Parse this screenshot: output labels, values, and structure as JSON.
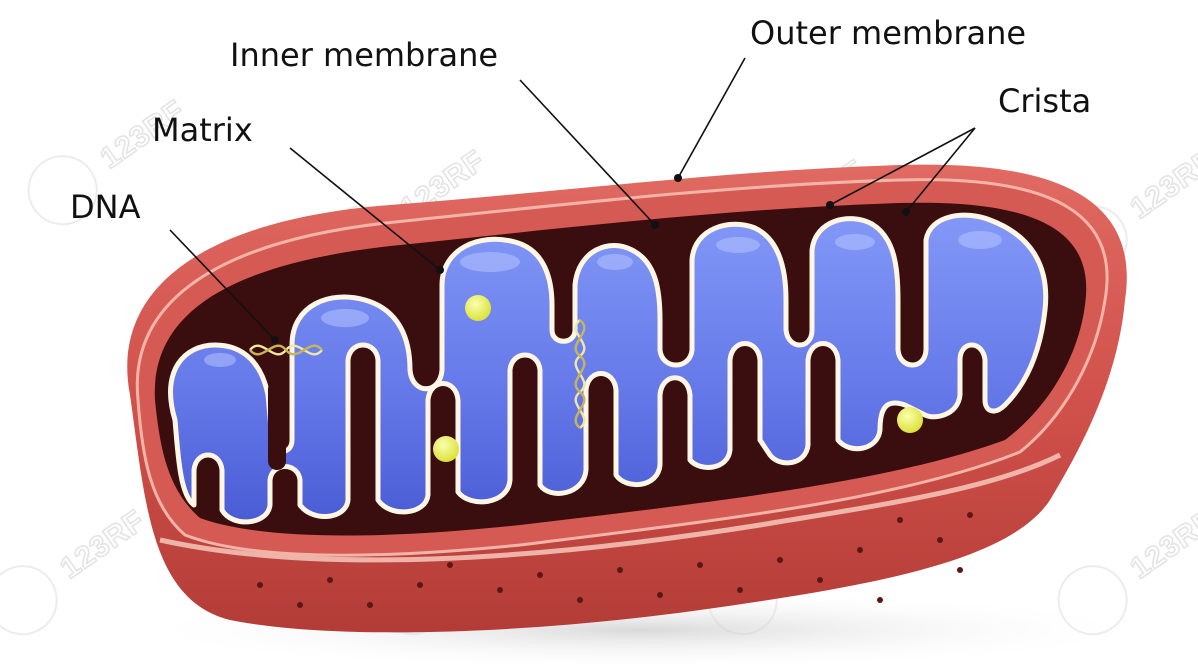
{
  "labels": {
    "inner_membrane": "Inner membrane",
    "outer_membrane": "Outer membrane",
    "crista": "Crista",
    "matrix": "Matrix",
    "dna": "DNA"
  },
  "watermark": {
    "text": "123RF"
  },
  "colors": {
    "outer_membrane": "#d2554f",
    "outer_membrane_dark": "#b8413c",
    "intermembrane_space": "#3a0d0f",
    "inner_membrane_matrix": "#6f84f0",
    "inner_membrane_edge": "#fff8ea",
    "ribosome": "#eef25a"
  }
}
